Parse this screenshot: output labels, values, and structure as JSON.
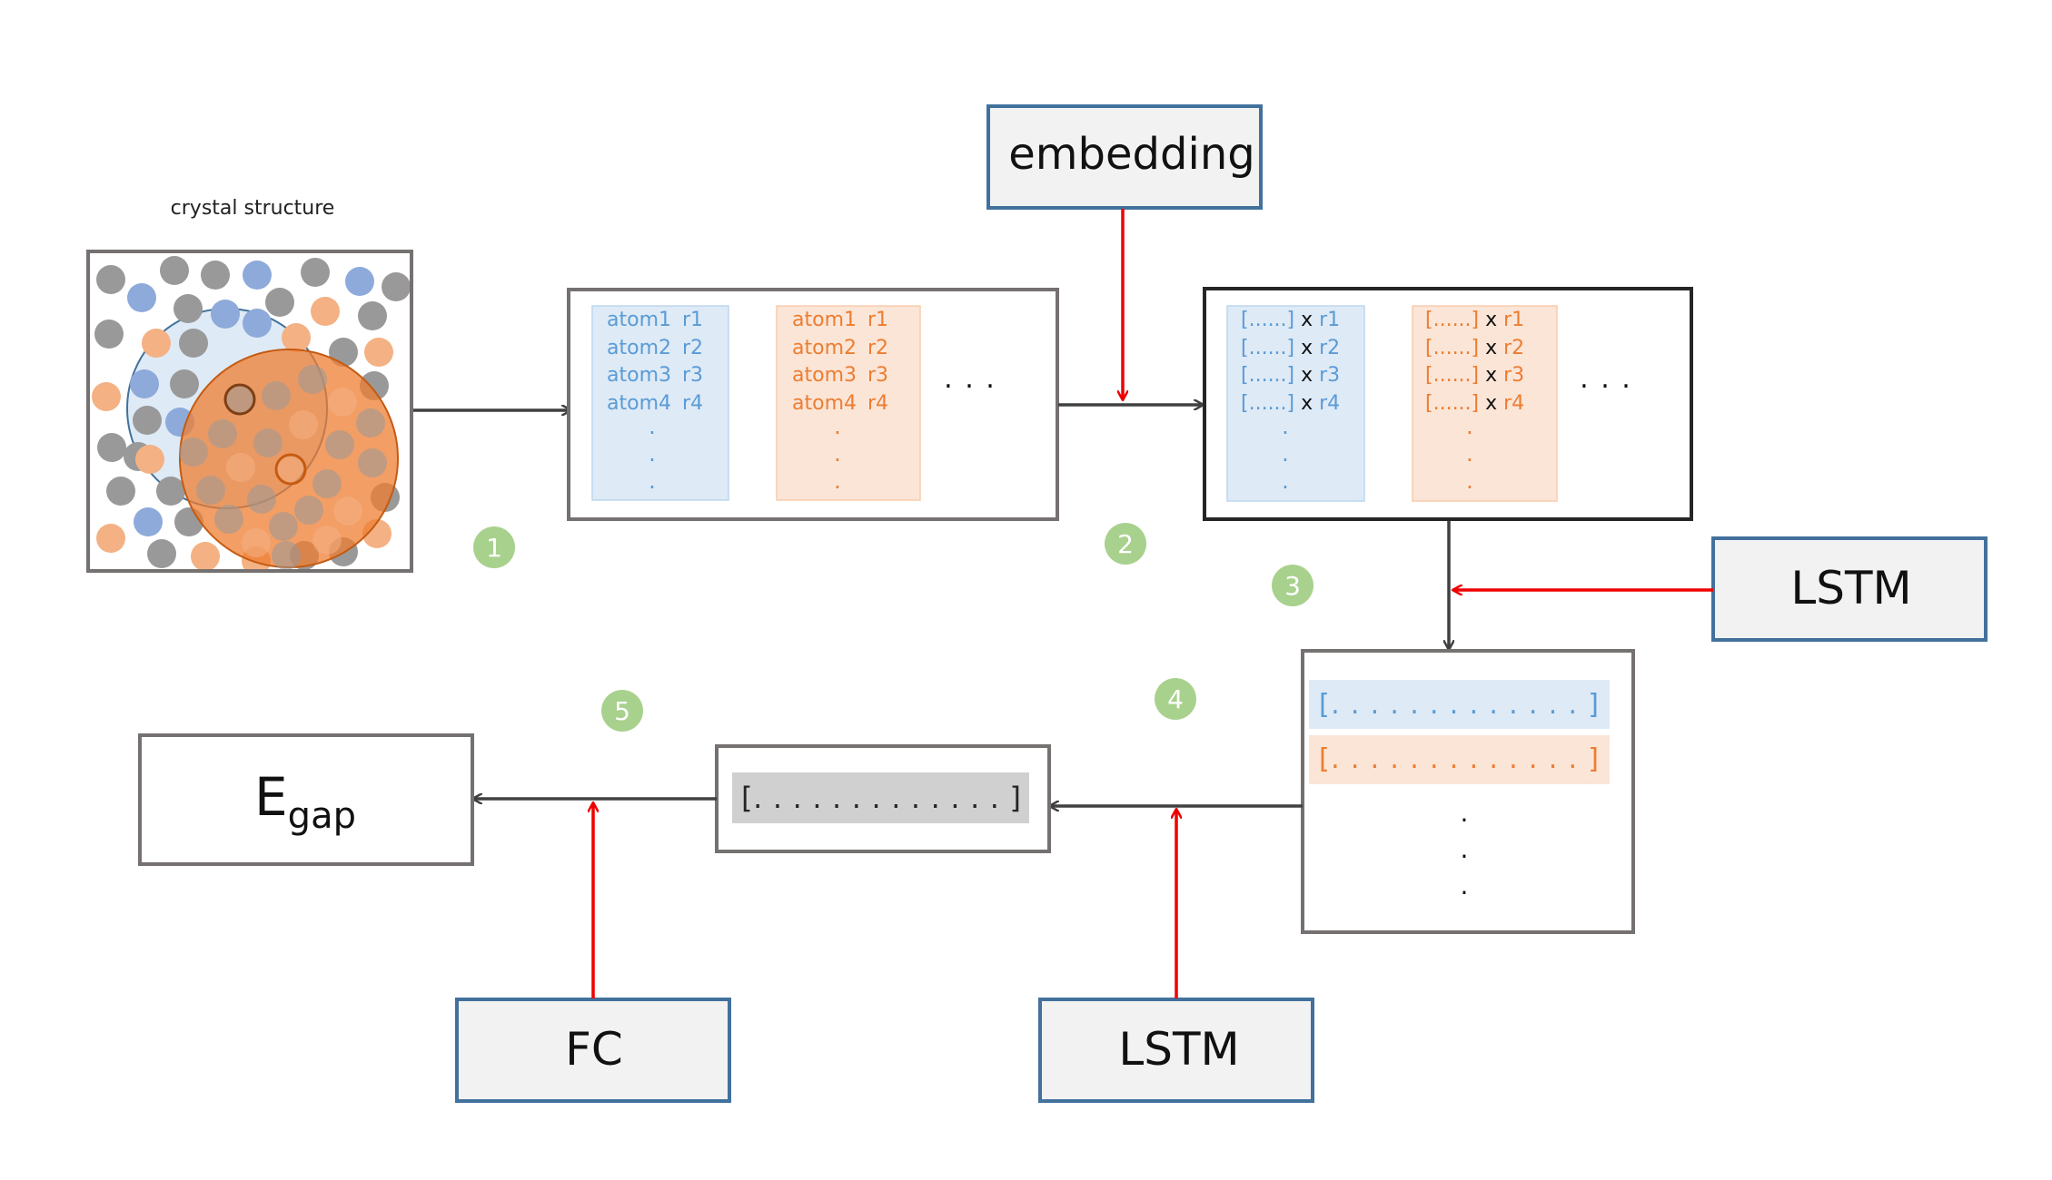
{
  "colors": {
    "blue": "#5b9bd5",
    "blue_fill": "#deebf7",
    "blue_circle": "#8eaadb",
    "orange": "#ed7d31",
    "orange_fill": "#fbe5d6",
    "orange_circle": "#f4b183",
    "gray_circle": "#999999",
    "module_border": "#41719c",
    "module_fill": "#f2f2f2",
    "red": "#ee0000",
    "arrow": "#404040",
    "step_badge": "#a9d18e",
    "vector_gray": "#d0d0d0"
  },
  "crystal": {
    "label": "crystal structure"
  },
  "modules": {
    "embedding": "embedding",
    "lstm_1": "LSTM",
    "lstm_2": "LSTM",
    "fc": "FC"
  },
  "steps": [
    "1",
    "2",
    "3",
    "4",
    "5"
  ],
  "atom_list": {
    "rows": [
      {
        "atom": "atom1",
        "r": "r1"
      },
      {
        "atom": "atom2",
        "r": "r2"
      },
      {
        "atom": "atom3",
        "r": "r3"
      },
      {
        "atom": "atom4",
        "r": "r4"
      }
    ],
    "dots": [
      ".",
      ".",
      "."
    ],
    "ellipsis": ". . ."
  },
  "embedded_list": {
    "vec": "[......]",
    "times": "x",
    "r": [
      "r1",
      "r2",
      "r3",
      "r4"
    ],
    "dots": [
      ".",
      ".",
      "."
    ],
    "ellipsis": ". . ."
  },
  "lstm_output": {
    "row_blue": "[. . . . . . . . . . . . . ]",
    "row_orange": "[. . . . . . . . . . . . . ]",
    "dots": [
      ".",
      ".",
      "."
    ]
  },
  "pooled_vector": "[. . . . . . . . . . . . . ]",
  "output": {
    "symbol": "E",
    "subscript": "gap"
  }
}
